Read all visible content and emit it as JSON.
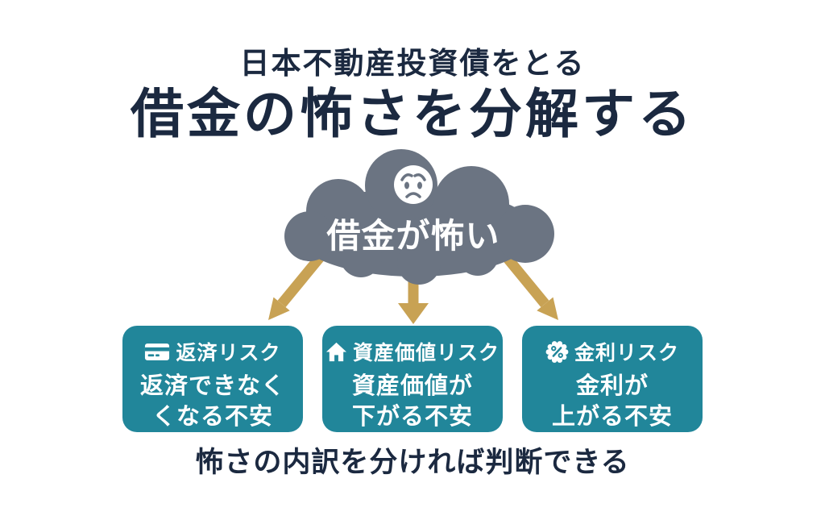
{
  "header": {
    "subtitle": "日本不動産投資債をとる",
    "title": "借金の怖さを分解する"
  },
  "cloud": {
    "label": "借金が怖い",
    "icon": "worried-face-icon"
  },
  "risk_cards": [
    {
      "icon": "credit-card-icon",
      "title": "返済リスク",
      "line1": "返済できなく",
      "line2": "くなる不安"
    },
    {
      "icon": "house-icon",
      "title": "資産価値リスク",
      "line1": "資産価値が",
      "line2": "下がる不安"
    },
    {
      "icon": "percent-badge-icon",
      "title": "金利リスク",
      "line1": "金利が",
      "line2": "上がる不安"
    }
  ],
  "footer": {
    "caption": "怖さの内訳を分ければ判断できる"
  },
  "colors": {
    "title_navy": "#1B2940",
    "cloud_gray": "#6B7482",
    "card_teal": "#21869A",
    "arrow_gold": "#C8A254",
    "background": "#FFFFFF",
    "text_white": "#FFFFFF"
  }
}
